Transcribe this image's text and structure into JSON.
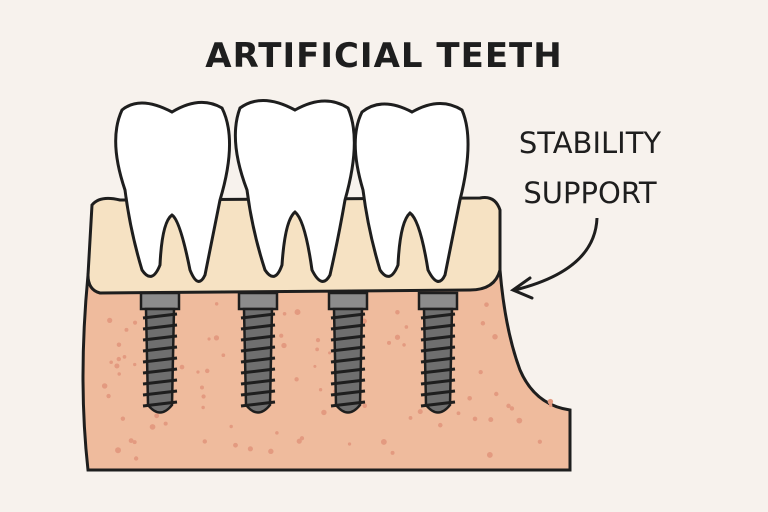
{
  "title": "ARTIFICIAL TEETH",
  "annotation": {
    "line1": "STABILITY",
    "line2": "SUPPORT"
  },
  "colors": {
    "background": "#f7f2ed",
    "bone": "#efbb9d",
    "bone_dots": "#e39a80",
    "gum": "#f6e2c3",
    "tooth": "#ffffff",
    "implant": "#8c8c8c",
    "outline": "#1e1e1e"
  },
  "teeth_count": 3,
  "implant_count": 4
}
